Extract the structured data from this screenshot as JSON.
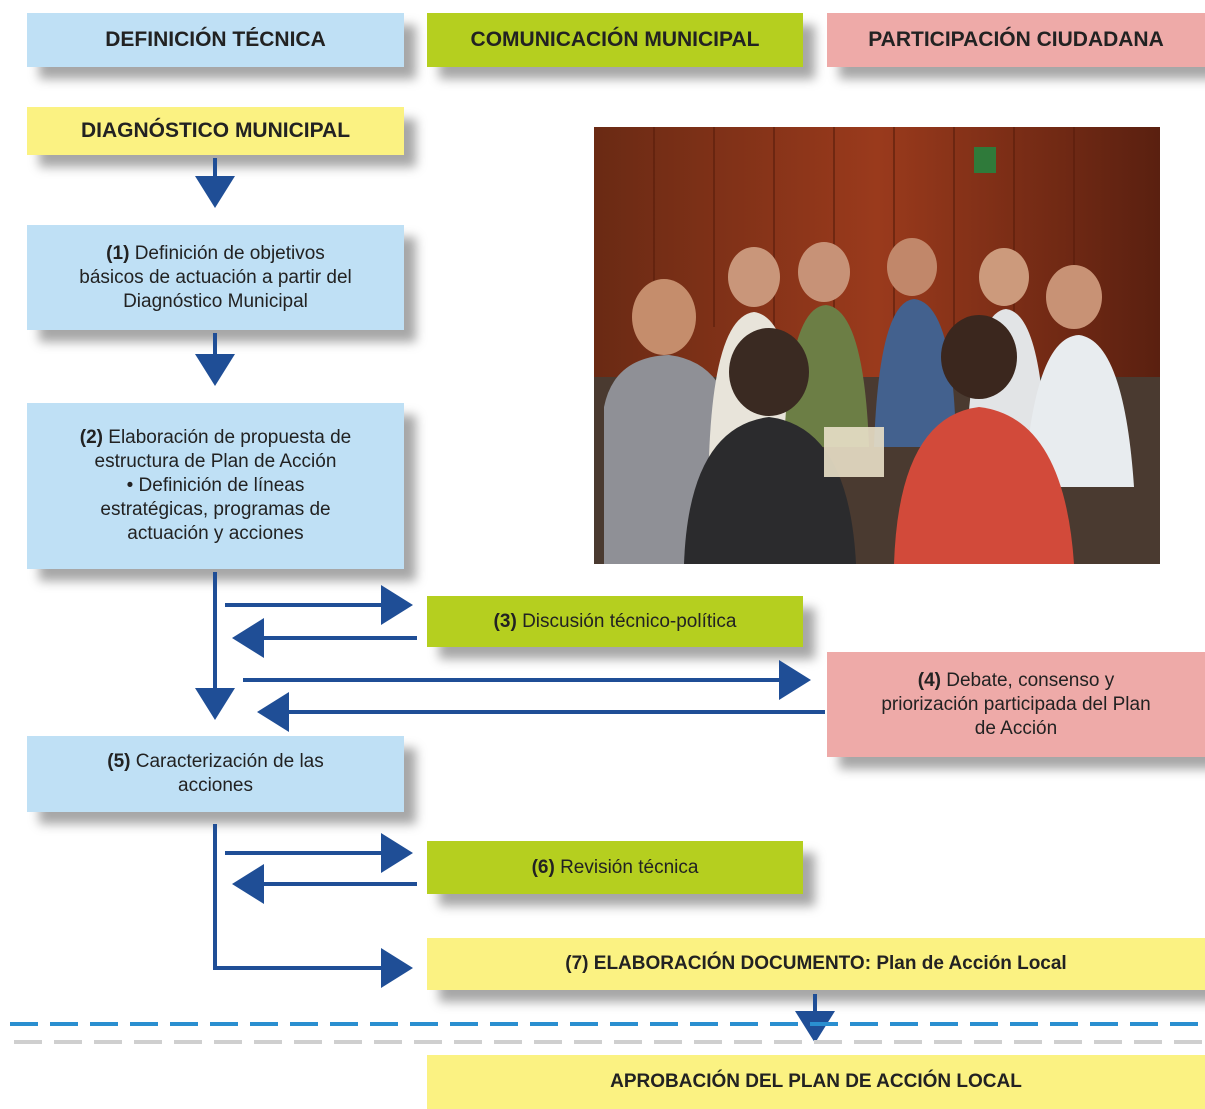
{
  "headers": {
    "tecnica": "DEFINICIÓN TÉCNICA",
    "comunicacion": "COMUNICACIÓN MUNICIPAL",
    "participacion": "PARTICIPACIÓN CIUDADANA"
  },
  "diagnostico": "DIAGNÓSTICO MUNICIPAL",
  "steps": {
    "s1": {
      "num": "(1)",
      "text": "Definición de objetivos",
      "line2": "básicos de actuación a partir del",
      "line3": "Diagnóstico Municipal"
    },
    "s2": {
      "num": "(2)",
      "text": "Elaboración de propuesta de",
      "line2": "estructura de Plan de Acción",
      "line3": "• Definición de líneas",
      "line4": "estratégicas, programas de",
      "line5": "actuación y acciones"
    },
    "s3": {
      "num": "(3)",
      "text": "Discusión técnico-política"
    },
    "s4": {
      "num": "(4)",
      "text": "Debate, consenso y",
      "line2": "priorización participada del Plan",
      "line3": "de Acción"
    },
    "s5": {
      "num": "(5)",
      "text": "Caracterización de las",
      "line2": "acciones"
    },
    "s6": {
      "num": "(6)",
      "text": "Revisión técnica"
    },
    "s7": {
      "text": "(7) ELABORACIÓN DOCUMENTO: Plan de Acción Local"
    }
  },
  "aprobacion": "APROBACIÓN DEL PLAN DE ACCIÓN LOCAL",
  "colors": {
    "blue": "#bfe0f5",
    "green": "#b5cf1f",
    "pink": "#eeaaa8",
    "yellow": "#fbf282",
    "arrow": "#1f4e96",
    "dashed_line": "#2a8fd0"
  }
}
